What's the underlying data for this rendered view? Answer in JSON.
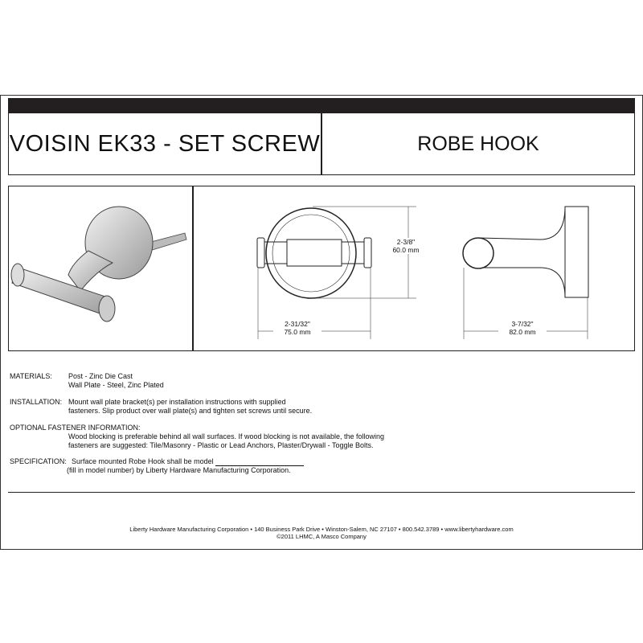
{
  "header": {
    "title": "VOISIN EK33 - SET SCREW",
    "product": "ROBE HOOK"
  },
  "dimensions": {
    "height_in": "2-3/8\"",
    "height_mm": "60.0 mm",
    "width_in": "2-31/32\"",
    "width_mm": "75.0 mm",
    "depth_in": "3-7/32\"",
    "depth_mm": "82.0 mm"
  },
  "specs": {
    "materials_label": "MATERIALS:",
    "materials_1": "Post - Zinc Die Cast",
    "materials_2": "Wall Plate - Steel, Zinc Plated",
    "installation_label": "INSTALLATION:",
    "installation_1": "Mount wall plate bracket(s) per installation instructions with supplied",
    "installation_2": "fasteners. Slip product over wall plate(s) and tighten set screws until secure.",
    "optional_label": "OPTIONAL FASTENER INFORMATION:",
    "optional_1": "Wood blocking is preferable behind all wall surfaces. If wood blocking is not available, the following",
    "optional_2": "fasteners are suggested: Tile/Masonry - Plastic or Lead Anchors, Plaster/Drywall - Toggle Bolts.",
    "specification_label": "SPECIFICATION:",
    "specification_1": "Surface mounted Robe Hook shall be model",
    "specification_2": "(fill in model number) by Liberty Hardware Manufacturing Corporation."
  },
  "footer": {
    "line1": "Liberty Hardware Manufacturing Corporation • 140 Business Park Drive • Winston-Salem, NC 27107 • 800.542.3789 • www.libertyhardware.com",
    "line2": "©2011 LHMC, A Masco Company"
  }
}
